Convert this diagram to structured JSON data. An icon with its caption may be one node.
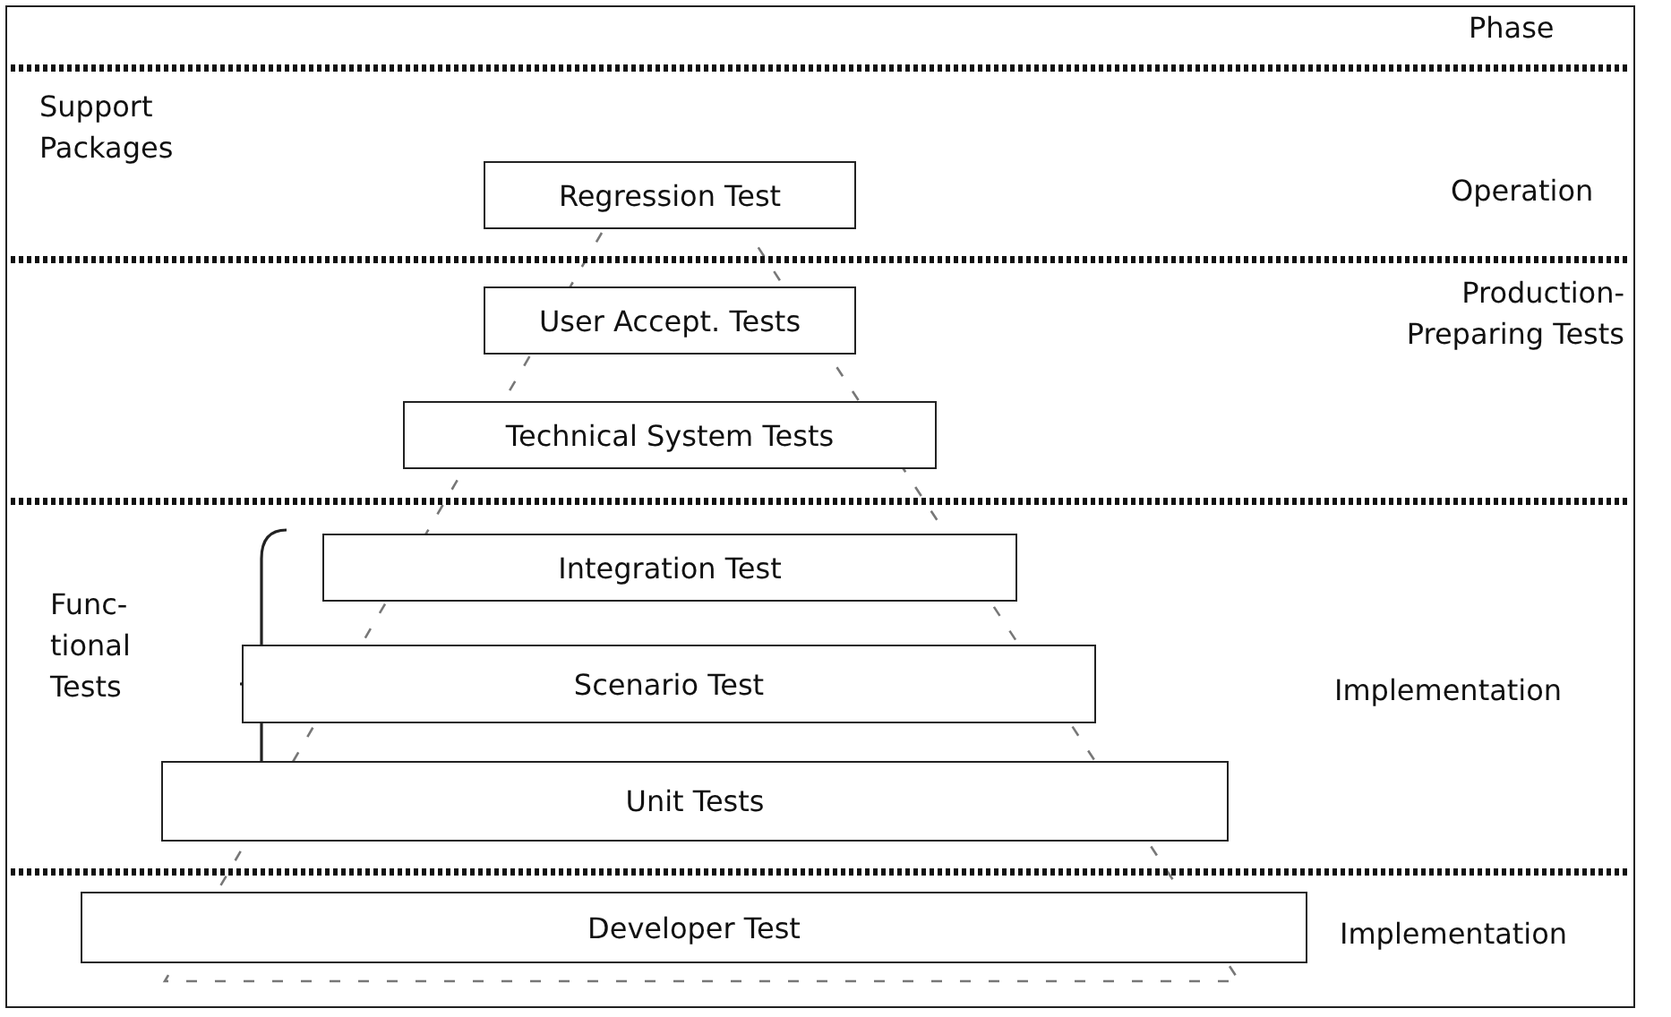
{
  "diagram": {
    "nodes": [
      {
        "text": [
          "Regression Test"
        ]
      },
      {
        "text": [
          "User Accept. Tests"
        ]
      },
      {
        "text": [
          "Technical System Tests"
        ]
      },
      {
        "text": [
          "Integration Test"
        ]
      },
      {
        "text": [
          "Scenario Test"
        ]
      },
      {
        "text": [
          "Unit Tests"
        ]
      },
      {
        "text": [
          "Developer Test"
        ]
      }
    ],
    "labels": [
      "Phase",
      "Support Packages",
      "Operation",
      "Production- Preparing Tests",
      "Func- tional Tests",
      "Implementation",
      "Implementation"
    ]
  }
}
